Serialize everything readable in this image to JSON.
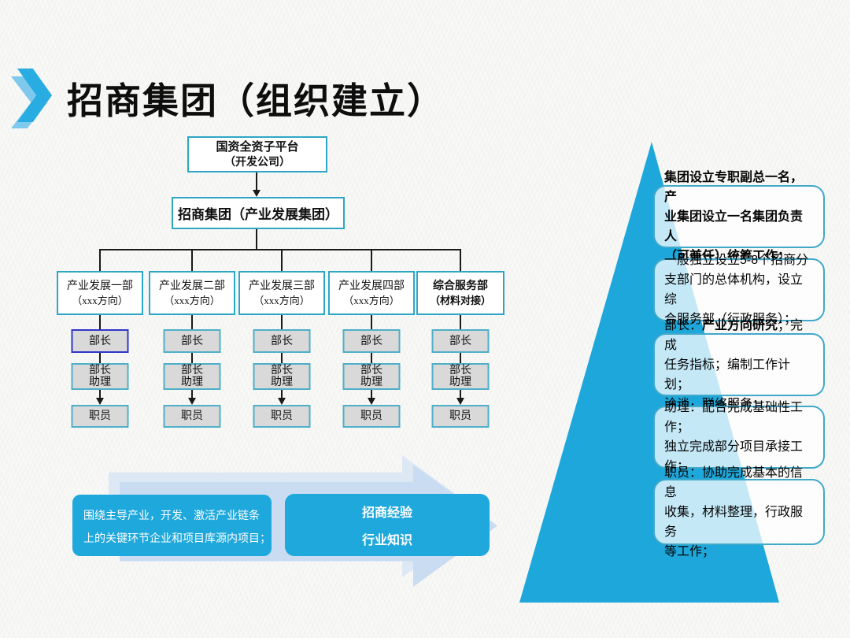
{
  "slide": {
    "title": "招商集团（组织建立）"
  },
  "colors": {
    "accent_cyan": "#1FA8DB",
    "box_border_cyan": "#2EA7C7",
    "sub_box_border": "#4FAFC8",
    "highlight_box_border": "#3036C8",
    "sub_box_fill": "#D9D9D9",
    "pale_arrow": "#C9DCF1",
    "pale_arrow_light": "#DDE8F5",
    "callout_border": "#41A9CA",
    "text": "#111111",
    "white_text": "#FFFFFF"
  },
  "org_chart": {
    "root": {
      "line1": "国资全资子平台",
      "line2": "（开发公司）"
    },
    "group": {
      "label": "招商集团（产业发展集团）"
    },
    "departments": [
      {
        "title": "产业发展一部",
        "sub": "（xxx方向）",
        "emphasis": false
      },
      {
        "title": "产业发展二部",
        "sub": "（xxx方向）",
        "emphasis": false
      },
      {
        "title": "产业发展三部",
        "sub": "（xxx方向）",
        "emphasis": false
      },
      {
        "title": "产业发展四部",
        "sub": "（xxx方向）",
        "emphasis": false
      },
      {
        "title": "综合服务部",
        "sub": "（材料对接）",
        "emphasis": true
      }
    ],
    "role_labels": {
      "head": "部长",
      "assistant_line1": "部长",
      "assistant_line2": "助理",
      "staff": "职员"
    }
  },
  "bottom_flow": {
    "source_box_lines": [
      "围绕主导产业，开发、激活产业链条",
      "上的关键环节企业和项目库源内项目；"
    ],
    "arrow_box": {
      "line1": "招商经验",
      "line2": "行业知识"
    }
  },
  "callouts": [
    {
      "lines": [
        [
          {
            "t": "集团设立专职副总一名，产",
            "b": 1
          }
        ],
        [
          {
            "t": "业集团设立一名集团负责人",
            "b": 1
          }
        ],
        [
          {
            "t": "（可兼任）统筹工作；",
            "b": 1
          }
        ]
      ]
    },
    {
      "lines": [
        [
          {
            "t": "一般独立设立5-8个招商分",
            "b": 0
          }
        ],
        [
          {
            "t": "支部门的总体机构，设立综",
            "b": 0
          }
        ],
        [
          {
            "t": "合服务部（行政服务）；",
            "b": 0
          }
        ]
      ]
    },
    {
      "lines": [
        [
          {
            "t": "部长：",
            "b": 0
          },
          {
            "t": "产业方向研究",
            "b": 1
          },
          {
            "t": "；完成",
            "b": 0
          }
        ],
        [
          {
            "t": "任务指标；编制工作计划；",
            "b": 0
          }
        ],
        [
          {
            "t": "洽谈、联络服务；",
            "b": 0
          }
        ]
      ]
    },
    {
      "lines": [
        [
          {
            "t": "助理：配合完成基础性工作；",
            "b": 0
          }
        ],
        [
          {
            "t": "独立完成部分项目承接工作；",
            "b": 0
          }
        ]
      ]
    },
    {
      "lines": [
        [
          {
            "t": "职员：协助完成基本的信息",
            "b": 0
          }
        ],
        [
          {
            "t": "收集，材料整理，行政服务",
            "b": 0
          }
        ],
        [
          {
            "t": "等工作；",
            "b": 0
          }
        ]
      ]
    }
  ]
}
